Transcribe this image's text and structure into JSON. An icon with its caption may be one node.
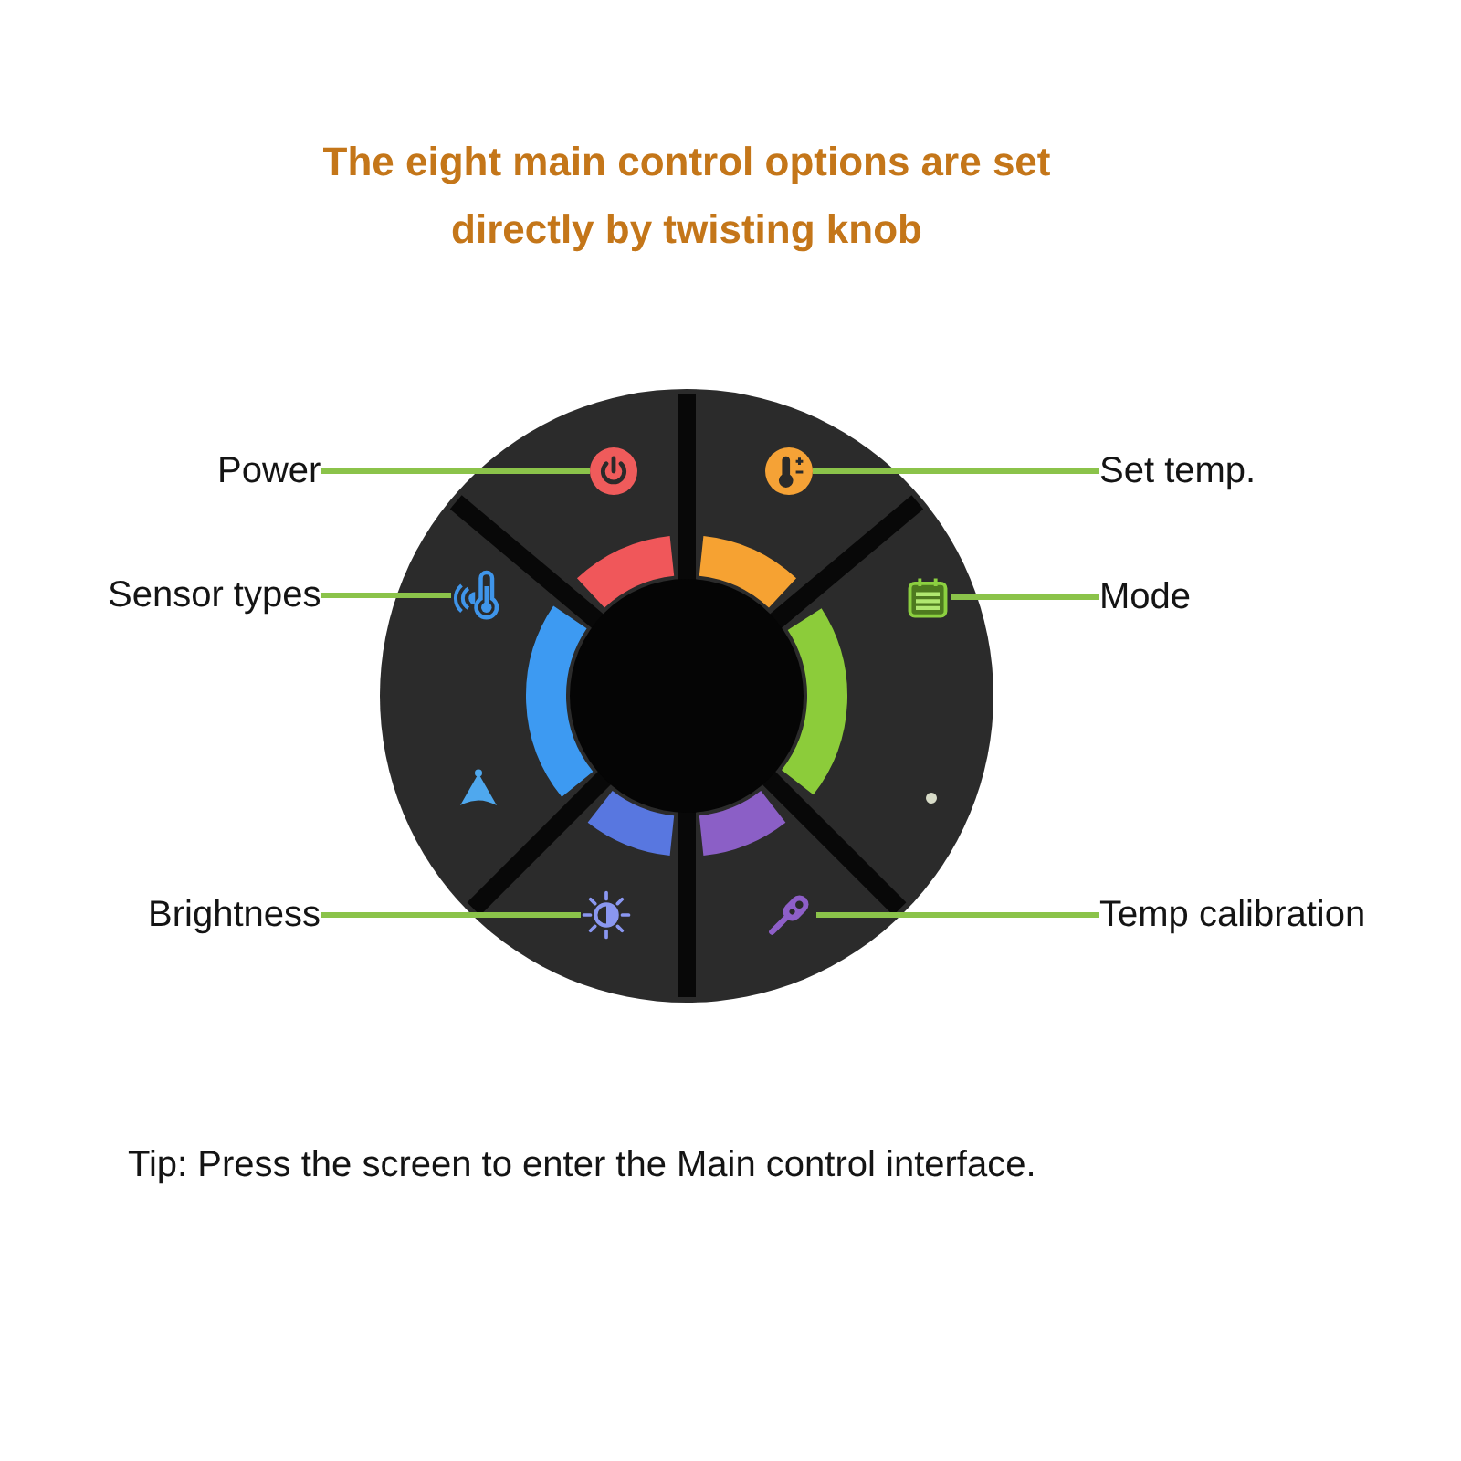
{
  "diagram": {
    "title": "The eight main control options are set directly by twisting knob",
    "nodes": [
      {
        "text": [
          "Power"
        ]
      },
      {
        "text": [
          "Set temp."
        ]
      },
      {
        "text": [
          "Sensor types"
        ]
      },
      {
        "text": [
          "Mode"
        ]
      },
      {
        "text": [
          "Brightness"
        ]
      },
      {
        "text": [
          "Temp calibration"
        ]
      },
      {
        "text": [],
        "shape": "picture"
      },
      {
        "text": [],
        "shape": "picture"
      },
      {
        "text": [],
        "shape": "picture"
      },
      {
        "text": [],
        "shape": "picture"
      },
      {
        "text": [],
        "shape": "picture"
      },
      {
        "text": [],
        "shape": "picture"
      }
    ],
    "edges": [
      {
        "from": 0,
        "to": 6,
        "arrow": "none"
      },
      {
        "from": 1,
        "to": 7,
        "arrow": "none"
      },
      {
        "from": 2,
        "to": 8,
        "arrow": "none"
      },
      {
        "from": 3,
        "to": 9,
        "arrow": "none"
      },
      {
        "from": 4,
        "to": 10,
        "arrow": "none"
      },
      {
        "from": 5,
        "to": 11,
        "arrow": "none"
      }
    ],
    "labels": [
      "Tip: Press the screen to enter the Main control interface."
    ]
  }
}
